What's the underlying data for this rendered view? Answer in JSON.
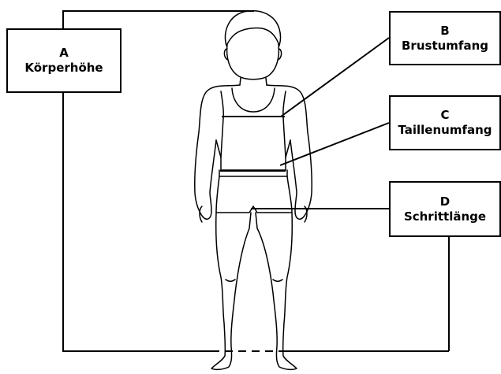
{
  "labels": {
    "a": {
      "letter": "A",
      "name": "Körperhöhe"
    },
    "b": {
      "letter": "B",
      "name": "Brustumfang"
    },
    "c": {
      "letter": "C",
      "name": "Taillenumfang"
    },
    "d": {
      "letter": "D",
      "name": "Schrittlänge"
    }
  },
  "colors": {
    "line": "#000000",
    "background": "#ffffff"
  }
}
